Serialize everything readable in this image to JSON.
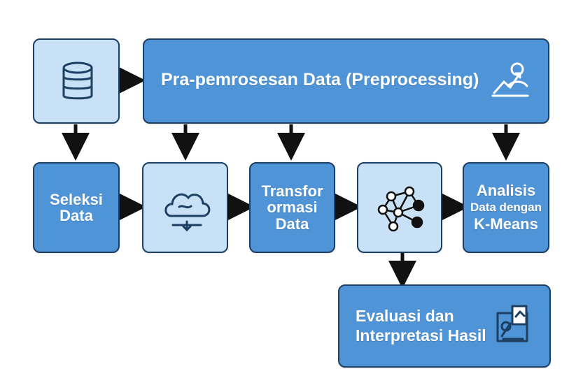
{
  "nodes": {
    "preprocessing": {
      "label": "Pra-pemrosesan Data (Preprocessing)",
      "icon": "analysis-chart-icon"
    },
    "seleksi": {
      "lines": [
        "Seleksi",
        "Data"
      ]
    },
    "transformasi": {
      "lines": [
        "Transfor",
        "ormasi",
        "Data"
      ]
    },
    "analisis": {
      "lines": [
        "Analisis",
        "Data dengan",
        "K-Means"
      ]
    },
    "evaluasi": {
      "lines": [
        "Evaluasi dan",
        "Interpretasi Hasil"
      ],
      "icon": "search-chart-icon"
    },
    "database": {
      "icon": "database-icon"
    },
    "cloud": {
      "icon": "cloud-processing-icon"
    },
    "cluster": {
      "icon": "cluster-network-icon"
    }
  },
  "colors": {
    "box_dark": "#4f94d6",
    "box_light": "#c9e1f6",
    "stroke": "#1c3f63",
    "arrow": "#111111"
  }
}
